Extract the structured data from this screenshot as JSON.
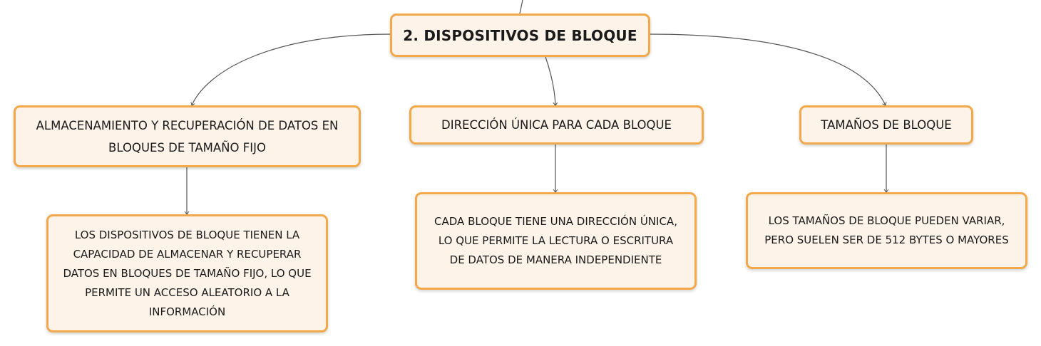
{
  "root": {
    "label": "2. DISPOSITIVOS DE BLOQUE"
  },
  "branches": [
    {
      "label": "ALMACENAMIENTO Y RECUPERACIÓN DE DATOS EN BLOQUES DE TAMAÑO FIJO",
      "detail": "LOS DISPOSITIVOS DE BLOQUE TIENEN LA CAPACIDAD DE ALMACENAR Y RECUPERAR DATOS EN BLOQUES DE TAMAÑO FIJO, LO QUE PERMITE UN ACCESO ALEATORIO A LA INFORMACIÓN"
    },
    {
      "label": "DIRECCIÓN ÚNICA PARA CADA BLOQUE",
      "detail": "CADA BLOQUE TIENE UNA DIRECCIÓN ÚNICA, LO QUE PERMITE LA LECTURA O ESCRITURA DE DATOS DE MANERA INDEPENDIENTE"
    },
    {
      "label": "TAMAÑOS DE BLOQUE",
      "detail": "LOS TAMAÑOS DE BLOQUE PUEDEN VARIAR, PERO SUELEN SER DE 512 BYTES O MAYORES"
    }
  ],
  "colors": {
    "node_fill": "#fdf3e8",
    "node_border": "#f3a84a",
    "connector": "#555555"
  }
}
